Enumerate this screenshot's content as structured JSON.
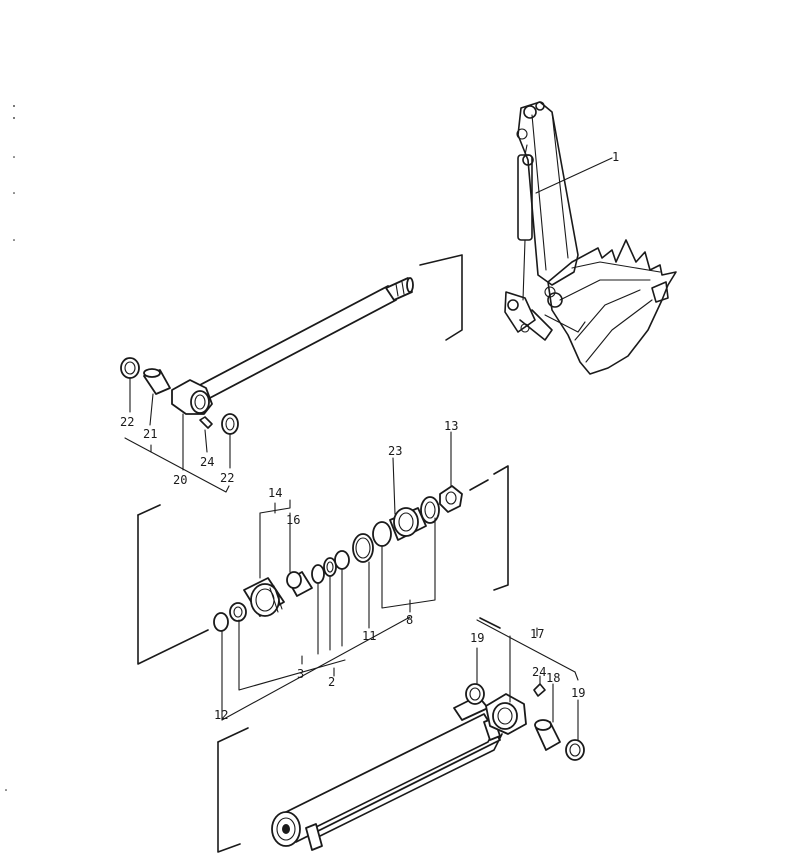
{
  "callouts": [
    {
      "id": "c1",
      "text": "1"
    },
    {
      "id": "c22a",
      "text": "22"
    },
    {
      "id": "c21",
      "text": "21"
    },
    {
      "id": "c24a",
      "text": "24"
    },
    {
      "id": "c20",
      "text": "20"
    },
    {
      "id": "c22b",
      "text": "22"
    },
    {
      "id": "c23",
      "text": "23"
    },
    {
      "id": "c13",
      "text": "13"
    },
    {
      "id": "c14",
      "text": "14"
    },
    {
      "id": "c16",
      "text": "16"
    },
    {
      "id": "c11",
      "text": "11"
    },
    {
      "id": "c8",
      "text": "8"
    },
    {
      "id": "c3",
      "text": "3"
    },
    {
      "id": "c2",
      "text": "2"
    },
    {
      "id": "c12",
      "text": "12"
    },
    {
      "id": "c17",
      "text": "17"
    },
    {
      "id": "c19a",
      "text": "19"
    },
    {
      "id": "c24b",
      "text": "24"
    },
    {
      "id": "c18",
      "text": "18"
    },
    {
      "id": "c19b",
      "text": "19"
    }
  ]
}
